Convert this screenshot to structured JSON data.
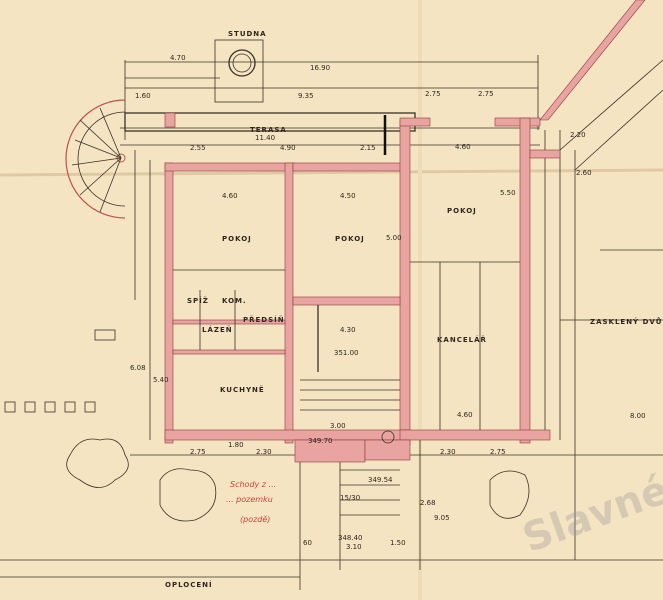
{
  "labels": {
    "well": "STUDNA",
    "terrace": "TERASA",
    "terrace_dim": "11.40",
    "room1": "POKOJ",
    "room2": "POKOJ",
    "room3": "POKOJ",
    "office": "KANCELÁŘ",
    "kitchen": "KUCHYNĚ",
    "hall": "PŘEDSÍŇ",
    "bath": "LÁZEŇ",
    "pantry": "SPÍŽ",
    "closet": "KOM.",
    "glazed_court": "ZASKLENÝ DVŮ",
    "fence": "OPLOCENÍ"
  },
  "dimensions": {
    "d470": "4.70",
    "d1690": "16.90",
    "d160": "1.60",
    "d935": "9.35",
    "d275a": "2.75",
    "d275b": "2.75",
    "d255": "2.55",
    "d490": "4.90",
    "d215": "2.15",
    "d460a": "4.60",
    "d460b": "4.60",
    "d450": "4.50",
    "d500": "5.00",
    "d550": "5.50",
    "d430": "4.30",
    "d608": "6.08",
    "d540": "5.40",
    "d275c": "2.75",
    "d180": "1.80",
    "d230a": "2.30",
    "d275d": "2.75",
    "d230b": "2.30",
    "d460c": "4.60",
    "d220": "2.20",
    "d260": "2.60",
    "d800": "8.00",
    "d300": "3.00",
    "d310": "3.10",
    "lvl1": "351.00",
    "lvl2": "349.70",
    "lvl3": "349.54",
    "lvl4": "348.40",
    "d1530": "15/30",
    "d60": "60",
    "d150": "1.50",
    "d268": "2.68",
    "d905": "9.05"
  },
  "annotations": {
    "stairs_note_1": "Schody z ...",
    "stairs_note_2": "... pozemku",
    "stairs_note_3": "(pozdě)"
  },
  "watermark": "Slavné vily"
}
